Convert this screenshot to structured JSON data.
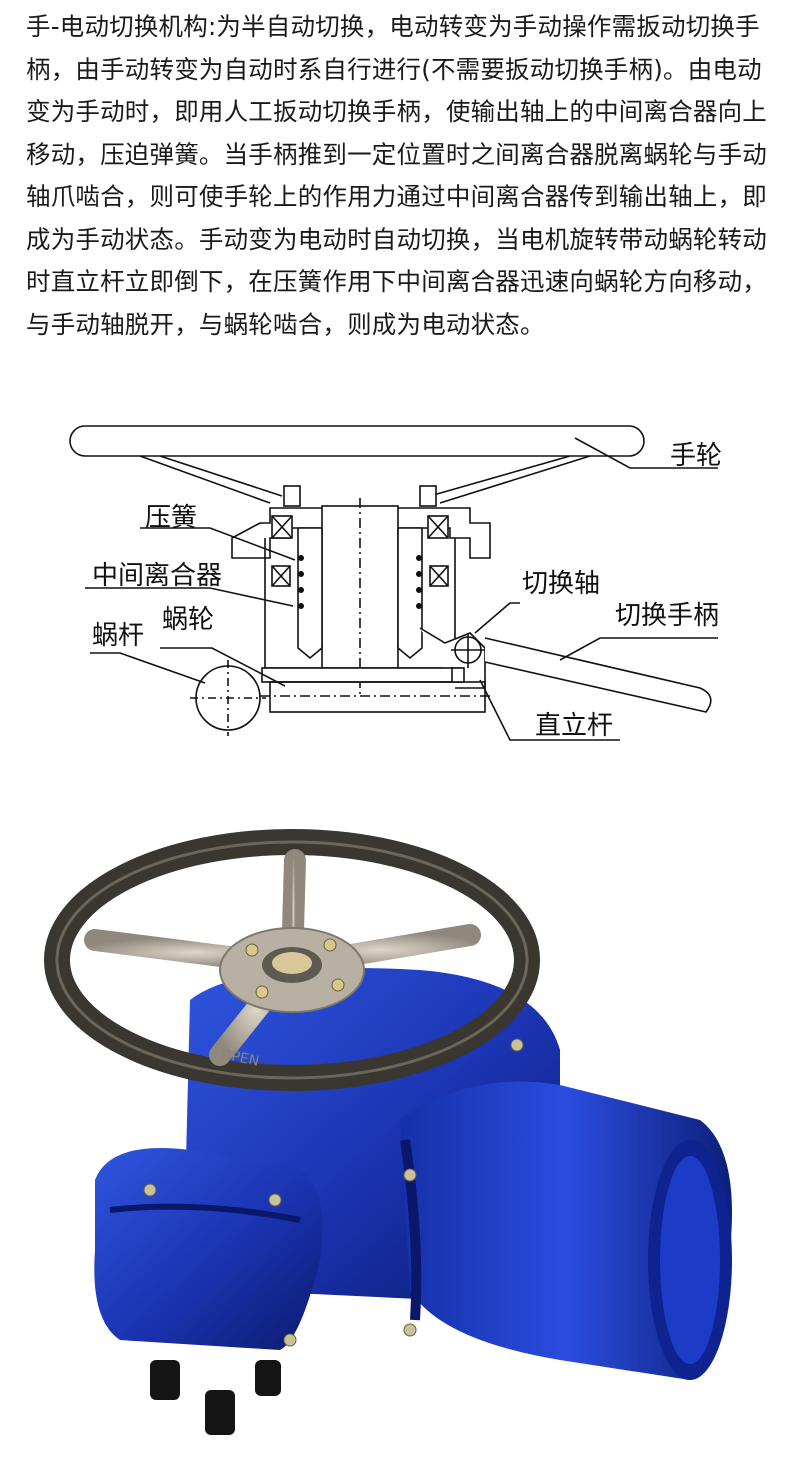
{
  "description_text": "手-电动切换机构:为半自动切换，电动转变为手动操作需扳动切换手柄，由手动转变为自动时系自行进行(不需要扳动切换手柄)。由电动变为手动时，即用人工扳动切换手柄，使输出轴上的中间离合器向上移动，压迫弹簧。当手柄推到一定位置时之间离合器脱离蜗轮与手动轴爪啮合，则可使手轮上的作用力通过中间离合器传到输出轴上，即成为手动状态。手动变为电动时自动切换，当电机旋转带动蜗轮转动时直立杆立即倒下，在压簧作用下中间离合器迅速向蜗轮方向移动，与手动轴脱开，与蜗轮啮合，则成为电动状态。",
  "diagram": {
    "labels": {
      "handwheel": "手轮",
      "spring": "压簧",
      "clutch": "中间离合器",
      "switch_shaft": "切换轴",
      "switch_handle": "切换手柄",
      "worm": "蜗杆",
      "worm_wheel": "蜗轮",
      "upright_rod": "直立杆"
    }
  },
  "photo": {
    "handwheel_text": "OPEN",
    "colors": {
      "body": "#1f3fbf",
      "wheel": "#3a3630",
      "spokes": "#b7b0a3"
    }
  }
}
